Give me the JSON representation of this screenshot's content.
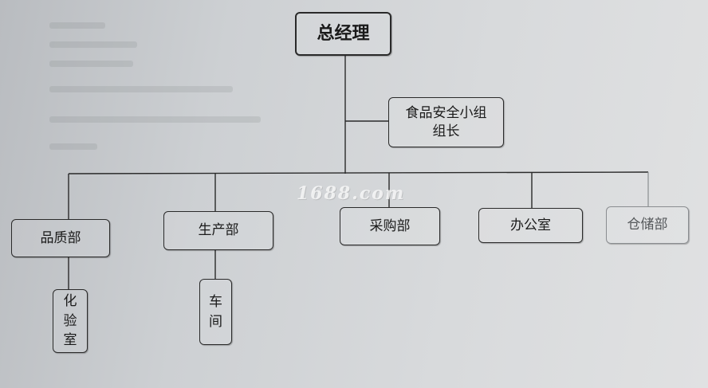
{
  "org_chart": {
    "general_manager": "总经理",
    "food_safety_group": "食品安全小组\n组长",
    "departments": {
      "quality": "品质部",
      "production": "生产部",
      "purchasing": "采购部",
      "office": "办公室",
      "warehouse": "仓储部"
    },
    "sub_units": {
      "lab": [
        "化",
        "验",
        "室"
      ],
      "workshop": [
        "车",
        "间"
      ]
    }
  },
  "watermark": "1688.com"
}
